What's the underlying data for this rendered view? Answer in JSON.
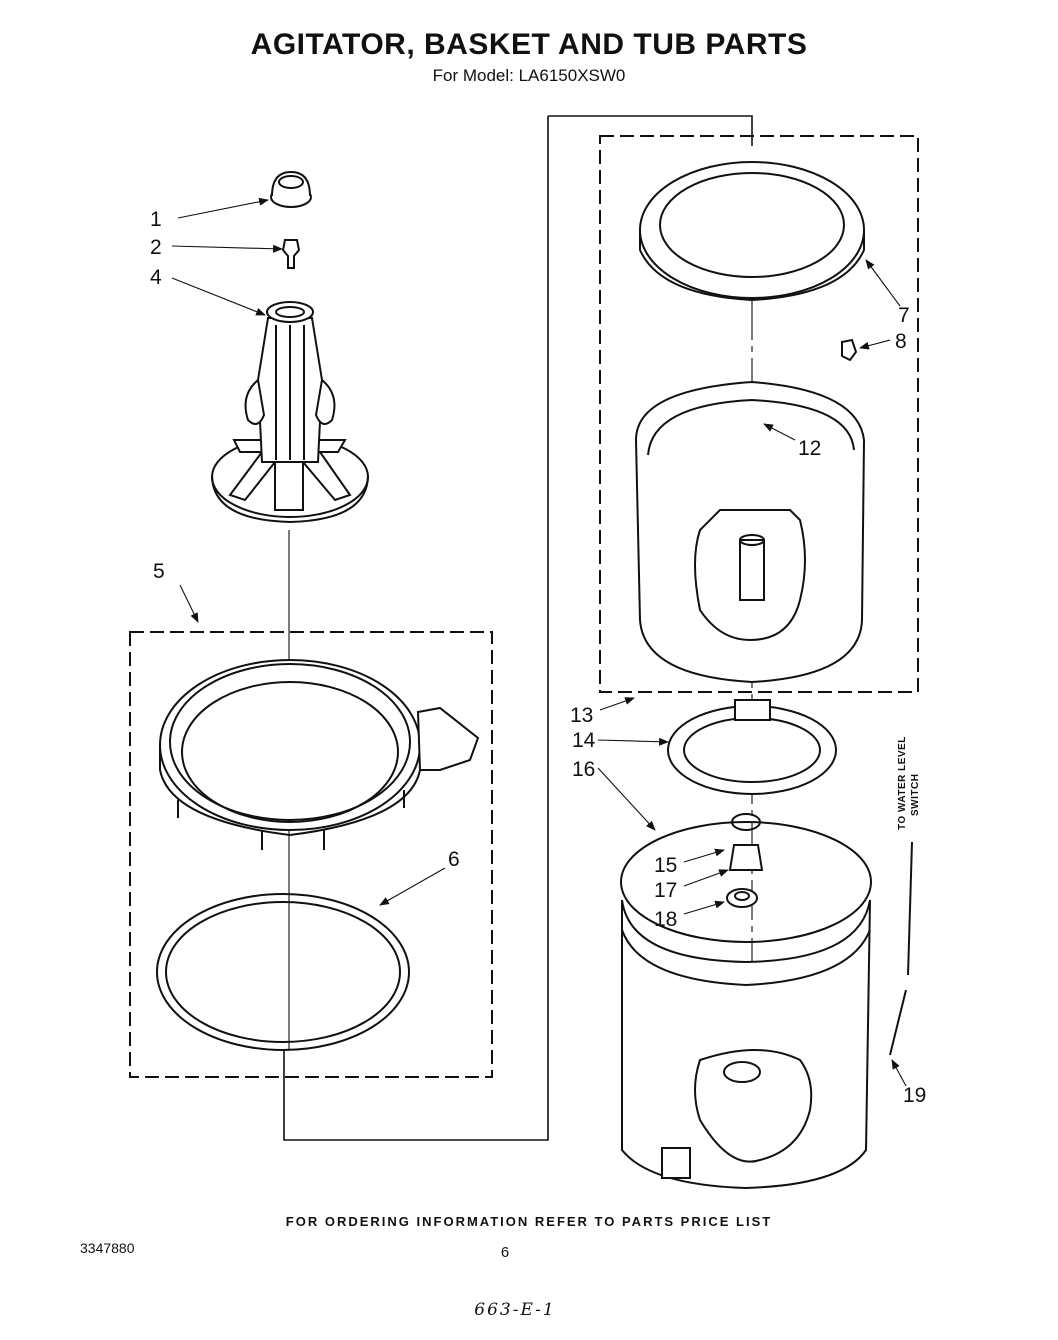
{
  "title": "AGITATOR, BASKET AND TUB PARTS",
  "subtitle": "For Model: LA6150XSW0",
  "footer": "FOR ORDERING INFORMATION REFER TO PARTS PRICE LIST",
  "doc_number": "3347880",
  "page_number": "6",
  "handwritten_note": "663-E-1",
  "water_level_label": [
    "TO WATER LEVEL",
    "SWITCH"
  ],
  "callouts": {
    "c1": "1",
    "c2": "2",
    "c4": "4",
    "c5": "5",
    "c6": "6",
    "c7": "7",
    "c8": "8",
    "c12": "12",
    "c13": "13",
    "c14": "14",
    "c15": "15",
    "c16": "16",
    "c17": "17",
    "c18": "18",
    "c19": "19"
  }
}
